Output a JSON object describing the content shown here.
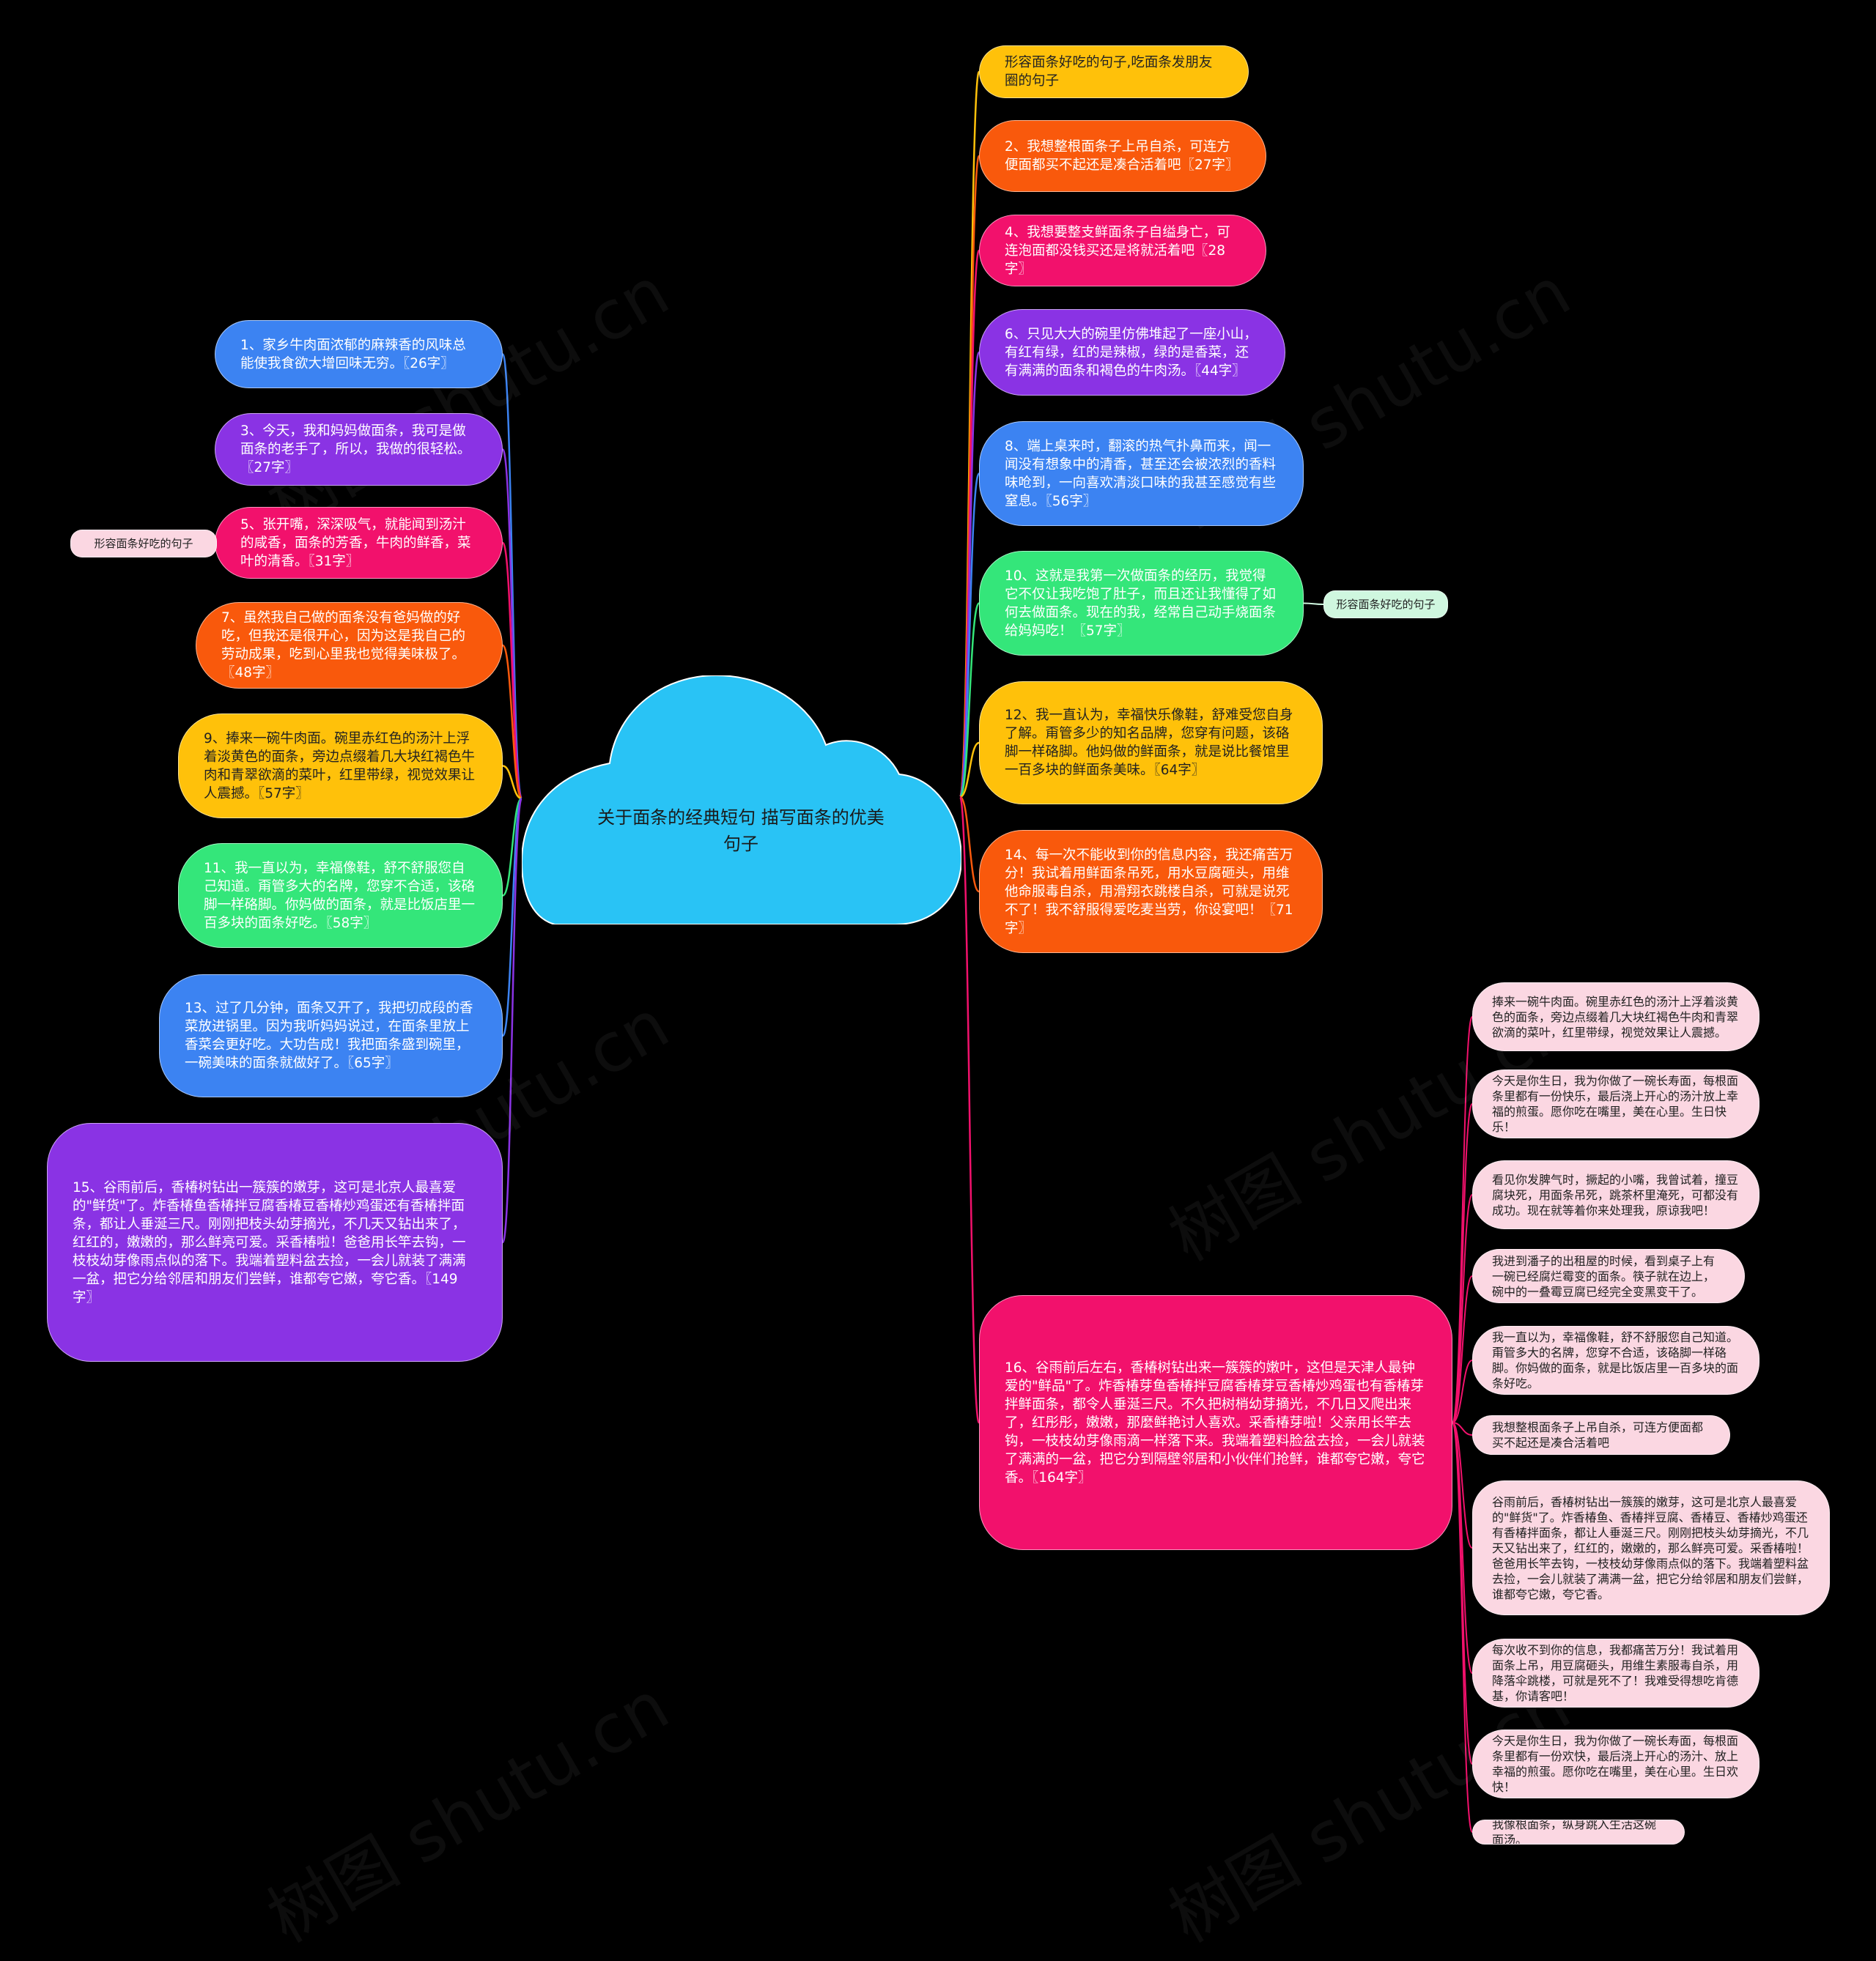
{
  "root": {
    "title": "关于面条的经典短句  描写面条的优美句子",
    "color": "#29C3F5"
  },
  "watermark": "树图 shutu.cn",
  "left_nodes": [
    {
      "text": "1、家乡牛肉面浓郁的麻辣香的风味总能使我食欲大增回味无穷。〖26字〗",
      "color": "#3C83F2"
    },
    {
      "text": "3、今天，我和妈妈做面条，我可是做面条的老手了，所以，我做的很轻松。〖27字〗",
      "color": "#8A33E4"
    },
    {
      "text": "5、张开嘴，深深吸气，就能闻到汤汁的咸香，面条的芳香，牛肉的鲜香，菜叶的清香。〖31字〗",
      "color": "#F2116C"
    },
    {
      "text": "7、虽然我自己做的面条没有爸妈做的好吃，但我还是很开心，因为这是我自己的劳动成果，吃到心里我也觉得美味极了。〖48字〗",
      "color": "#F9590C"
    },
    {
      "text": "9、捧来一碗牛肉面。碗里赤红色的汤汁上浮着淡黄色的面条，旁边点缀着几大块红褐色牛肉和青翠欲滴的菜叶，红里带绿，视觉效果让人震撼。〖57字〗",
      "color": "#FFC10A"
    },
    {
      "text": "11、我一直以为，幸福像鞋，舒不舒服您自己知道。甭管多大的名牌，您穿不合适，该硌脚一样硌脚。你妈做的面条，就是比饭店里一百多块的面条好吃。〖58字〗",
      "color": "#34E67A"
    },
    {
      "text": "13、过了几分钟，面条又开了，我把切成段的香菜放进锅里。因为我听妈妈说过，在面条里放上香菜会更好吃。大功告成！我把面条盛到碗里，一碗美味的面条就做好了。〖65字〗",
      "color": "#3C83F2"
    },
    {
      "text": "15、谷雨前后，香椿树钻出一簇簇的嫩芽，这可是北京人最喜爱的\"鲜货\"了。炸香椿鱼香椿拌豆腐香椿豆香椿炒鸡蛋还有香椿拌面条，都让人垂涎三尺。刚刚把枝头幼芽摘光，不几天又钻出来了，红红的，嫩嫩的，那么鲜亮可爱。采香椿啦！爸爸用长竿去钩，一枝枝幼芽像雨点似的落下。我端着塑料盆去捡，一会儿就装了满满一盆，把它分给邻居和朋友们尝鲜，谁都夸它嫩，夸它香。〖149字〗",
      "color": "#8A33E4"
    }
  ],
  "left_tag": {
    "text": "形容面条好吃的句子",
    "color": "#FBD7E2"
  },
  "right_nodes": [
    {
      "text": "形容面条好吃的句子,吃面条发朋友圈的句子",
      "color": "#FFC10A"
    },
    {
      "text": "2、我想整根面条子上吊自杀，可连方便面都买不起还是凑合活着吧〖27字〗",
      "color": "#F9590C"
    },
    {
      "text": "4、我想要整支鲜面条子自缢身亡，可连泡面都没钱买还是将就活着吧〖28字〗",
      "color": "#F2116C"
    },
    {
      "text": "6、只见大大的碗里仿佛堆起了一座小山，有红有绿，红的是辣椒，绿的是香菜，还有满满的面条和褐色的牛肉汤。〖44字〗",
      "color": "#8A33E4"
    },
    {
      "text": "8、端上桌来时，翻滚的热气扑鼻而来，闻一闻没有想象中的清香，甚至还会被浓烈的香料味呛到，一向喜欢清淡口味的我甚至感觉有些窒息。〖56字〗",
      "color": "#3C83F2"
    },
    {
      "text": "10、这就是我第一次做面条的经历，我觉得它不仅让我吃饱了肚子，而且还让我懂得了如何去做面条。现在的我，经常自己动手烧面条给妈妈吃！〖57字〗",
      "color": "#34E67A"
    },
    {
      "text": "12、我一直认为，幸福快乐像鞋，舒难受您自身了解。甭管多少的知名品牌，您穿有问题，该硌脚一样硌脚。他妈做的鲜面条，就是说比餐馆里一百多块的鲜面条美味。〖64字〗",
      "color": "#FFC10A"
    },
    {
      "text": "14、每一次不能收到你的信息内容，我还痛苦万分！我试着用鲜面条吊死，用水豆腐砸头，用维他命服毒自杀，用滑翔衣跳楼自杀，可就是说死不了！我不舒服得爱吃麦当劳，你设宴吧！〖71字〗",
      "color": "#F9590C"
    },
    {
      "text": "16、谷雨前后左右，香椿树钻出来一簇簇的嫩叶，这但是天津人最钟爱的\"鲜品\"了。炸香椿芽鱼香椿拌豆腐香椿芽豆香椿炒鸡蛋也有香椿芽拌鲜面条，都令人垂涎三尺。不久把树梢幼芽摘光，不几日又爬出来了，红彤彤，嫩嫩，那麼鲜艳讨人喜欢。采香椿芽啦！父亲用长竿去钩，一枝枝幼芽像雨滴一样落下来。我端着塑料脸盆去捡，一会儿就装了满满的一盆，把它分到隔壁邻居和小伙伴们抢鲜，谁都夸它嫩，夸它香。〖164字〗",
      "color": "#F2116C"
    }
  ],
  "right_tag": {
    "text": "形容面条好吃的句子",
    "color": "#CFF7DF"
  },
  "sub_nodes": [
    {
      "text": "捧来一碗牛肉面。碗里赤红色的汤汁上浮着淡黄色的面条，旁边点缀着几大块红褐色牛肉和青翠欲滴的菜叶，红里带绿，视觉效果让人震撼。",
      "color": "#FBD7E2"
    },
    {
      "text": "今天是你生日，我为你做了一碗长寿面，每根面条里都有一份快乐，最后浇上开心的汤汁放上幸福的煎蛋。愿你吃在嘴里，美在心里。生日快乐！",
      "color": "#FBD7E2"
    },
    {
      "text": "看见你发脾气时，撅起的小嘴，我曾试着，撞豆腐块死，用面条吊死，跳茶杯里淹死，可都没有成功。现在就等着你来处理我，原谅我吧！",
      "color": "#FBD7E2"
    },
    {
      "text": "我进到潘子的出租屋的时候，看到桌子上有一碗已经腐烂霉变的面条。筷子就在边上，碗中的一叠霉豆腐已经完全变黑变干了。",
      "color": "#FBD7E2"
    },
    {
      "text": "我一直以为，幸福像鞋，舒不舒服您自己知道。甭管多大的名牌，您穿不合适，该硌脚一样硌脚。你妈做的面条，就是比饭店里一百多块的面条好吃。",
      "color": "#FBD7E2"
    },
    {
      "text": "我想整根面条子上吊自杀，可连方便面都买不起还是凑合活着吧",
      "color": "#FBD7E2"
    },
    {
      "text": "谷雨前后，香椿树钻出一簇簇的嫩芽，这可是北京人最喜爱的\"鲜货\"了。炸香椿鱼、香椿拌豆腐、香椿豆、香椿炒鸡蛋还有香椿拌面条，都让人垂涎三尺。刚刚把枝头幼芽摘光，不几天又钻出来了，红红的，嫩嫩的，那么鲜亮可爱。采香椿啦！爸爸用长竿去钩，一枝枝幼芽像雨点似的落下。我端着塑料盆去捡，一会儿就装了满满一盆，把它分给邻居和朋友们尝鲜，谁都夸它嫩，夸它香。",
      "color": "#FBD7E2"
    },
    {
      "text": "每次收不到你的信息，我都痛苦万分！我试着用面条上吊，用豆腐砸头，用维生素服毒自杀，用降落伞跳楼，可就是死不了！我难受得想吃肯德基，你请客吧！",
      "color": "#FBD7E2"
    },
    {
      "text": "今天是你生日，我为你做了一碗长寿面，每根面条里都有一份欢快，最后浇上开心的汤汁、放上幸福的煎蛋。愿你吃在嘴里，美在心里。生日欢快！",
      "color": "#FBD7E2"
    },
    {
      "text": "我像根面条，纵身跳入生活这碗面汤。",
      "color": "#FBD7E2"
    }
  ]
}
